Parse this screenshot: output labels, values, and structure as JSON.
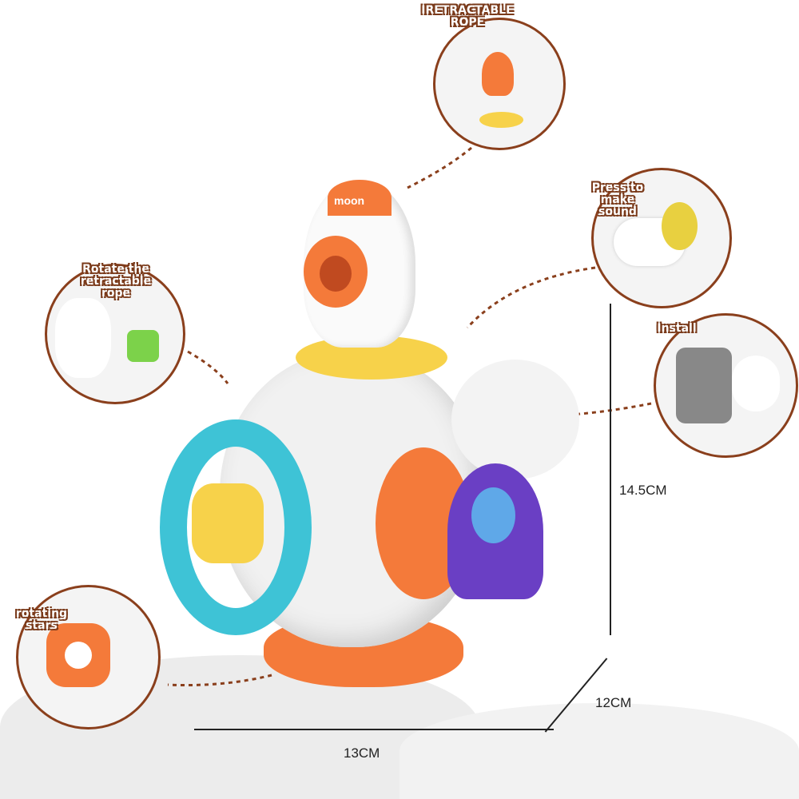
{
  "callouts": {
    "retractable_rope": "IRETRACTABLE ROPE",
    "press_sound": "Press to make sound",
    "rotate_rope": "Rotate the retractable rope",
    "install": "Install",
    "rotating_stars": "rotating stars"
  },
  "toy": {
    "rocket_label": "moon"
  },
  "dimensions": {
    "height": "14.5CM",
    "depth": "12CM",
    "width": "13CM"
  },
  "colors": {
    "border": "#8a3f1c",
    "orange": "#f47a3a",
    "teal": "#3ec3d6",
    "purple": "#6a3fc4",
    "yellow": "#f7d24a",
    "green": "#7cd24a"
  }
}
